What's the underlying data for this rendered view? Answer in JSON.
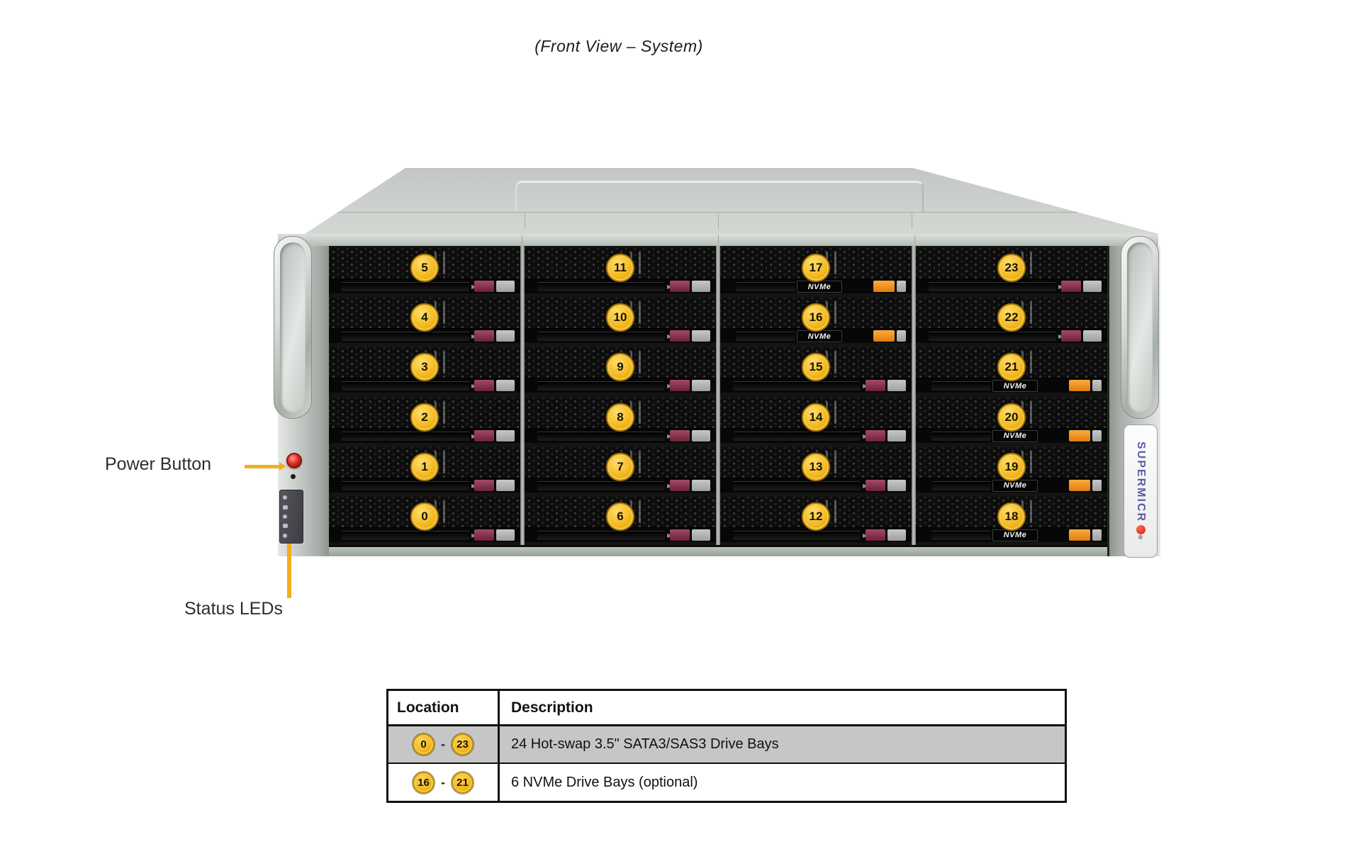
{
  "title": "(Front View – System)",
  "annotations": {
    "power_button_label": "Power Button",
    "status_leds_label": "Status LEDs"
  },
  "chassis": {
    "brand_vertical": "SUPERMICR",
    "brand_reg_mark": "®",
    "nvme_badge_text": "NVMe",
    "status_led_count": 5,
    "drive_columns": [
      {
        "bays": [
          {
            "num": "5"
          },
          {
            "num": "4"
          },
          {
            "num": "3"
          },
          {
            "num": "2"
          },
          {
            "num": "1"
          },
          {
            "num": "0"
          }
        ]
      },
      {
        "bays": [
          {
            "num": "11"
          },
          {
            "num": "10"
          },
          {
            "num": "9"
          },
          {
            "num": "8"
          },
          {
            "num": "7"
          },
          {
            "num": "6"
          }
        ]
      },
      {
        "bays": [
          {
            "num": "17",
            "nvme": true
          },
          {
            "num": "16",
            "nvme": true
          },
          {
            "num": "15"
          },
          {
            "num": "14"
          },
          {
            "num": "13"
          },
          {
            "num": "12"
          }
        ]
      },
      {
        "bays": [
          {
            "num": "23"
          },
          {
            "num": "22"
          },
          {
            "num": "21",
            "nvme": true
          },
          {
            "num": "20",
            "nvme": true
          },
          {
            "num": "19",
            "nvme": true
          },
          {
            "num": "18",
            "nvme": true
          }
        ]
      }
    ]
  },
  "table": {
    "headers": [
      "Location",
      "Description"
    ],
    "range_separator": "-",
    "rows": [
      {
        "from": "0",
        "to": "23",
        "description": "24 Hot-swap 3.5\" SATA3/SAS3 Drive Bays"
      },
      {
        "from": "16",
        "to": "21",
        "description": "6 NVMe Drive Bays (optional)"
      }
    ]
  },
  "colors": {
    "badge_yellow": "#f0b41e",
    "arrow_yellow": "#f2b01c",
    "nvme_latch_orange": "#f08a1e",
    "sata_latch_maroon": "#8d3150",
    "table_row_gray": "#c6c6c6",
    "brand_blue": "#5b5ba8",
    "power_button_red": "#d42020"
  }
}
